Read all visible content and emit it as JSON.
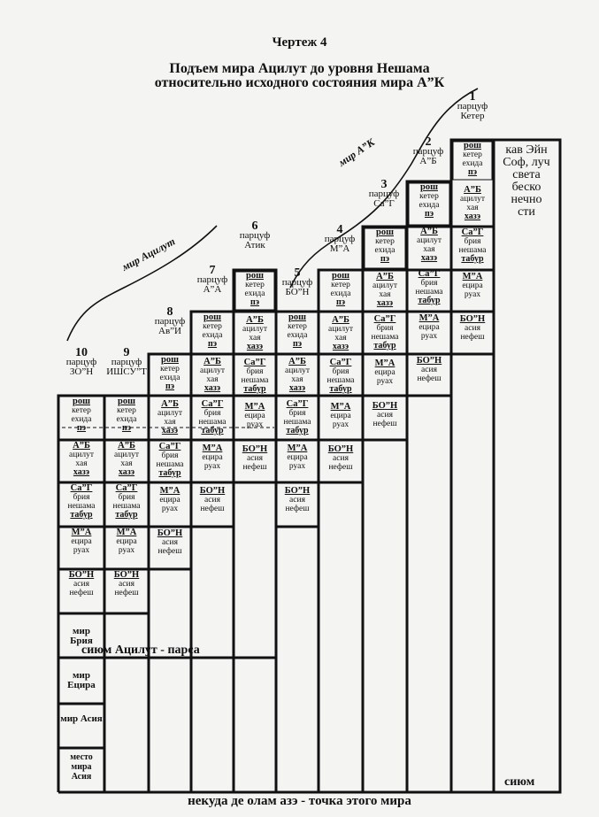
{
  "title": {
    "drawing": "Чертеж 4",
    "line1": "Подъем мира Ацилут до уровня Нешама",
    "line2": "относительно исходного состояния мира А”К"
  },
  "worlds": {
    "ak": "мир А”К",
    "atzilut": "мир Ацилут"
  },
  "kav": "кав Эйн Соф, луч света беско нечно сти",
  "siyum_right": "сиюм",
  "siyum_atzilut": "сиюм Ацилут - парса",
  "bottom": "некуда де олам азэ - точка этого мира",
  "side_labels": {
    "bria": "мир Брия",
    "yetzira": "мир Ецира",
    "asiya": "мир Асия",
    "place": "место мира Асия"
  },
  "partzufim": [
    {
      "num": "1",
      "label": "парцуф Кетер"
    },
    {
      "num": "2",
      "label": "парцуф А”Б"
    },
    {
      "num": "3",
      "label": "парцуф Са”Г"
    },
    {
      "num": "4",
      "label": "парцуф М”А"
    },
    {
      "num": "5",
      "label": "парцуф БО”Н"
    },
    {
      "num": "6",
      "label": "парцуф Атик"
    },
    {
      "num": "7",
      "label": "парцуф А”А"
    },
    {
      "num": "8",
      "label": "парцуф Ав”И"
    },
    {
      "num": "9",
      "label": "парцуф ИШСУ”Т"
    },
    {
      "num": "10",
      "label": "парцуф ЗО”Н"
    }
  ],
  "sefira": {
    "rosh": {
      "name": "рош",
      "l1": "кетер",
      "l2": "ехида",
      "tag": "пэ"
    },
    "ab": {
      "name": "А”Б",
      "l1": "ацилут",
      "l2": "хая",
      "tag": "хазэ"
    },
    "sag": {
      "name": "Са”Г",
      "l1": "брия",
      "l2": "нешама",
      "tag": "табур"
    },
    "ma": {
      "name": "М”А",
      "l1": "ецира",
      "l2": "руах",
      "tag": ""
    },
    "bon": {
      "name": "БО”Н",
      "l1": "асия",
      "l2": "нефеш",
      "tag": ""
    }
  },
  "colors": {
    "ink": "#111111",
    "paper": "#f4f4f2"
  }
}
